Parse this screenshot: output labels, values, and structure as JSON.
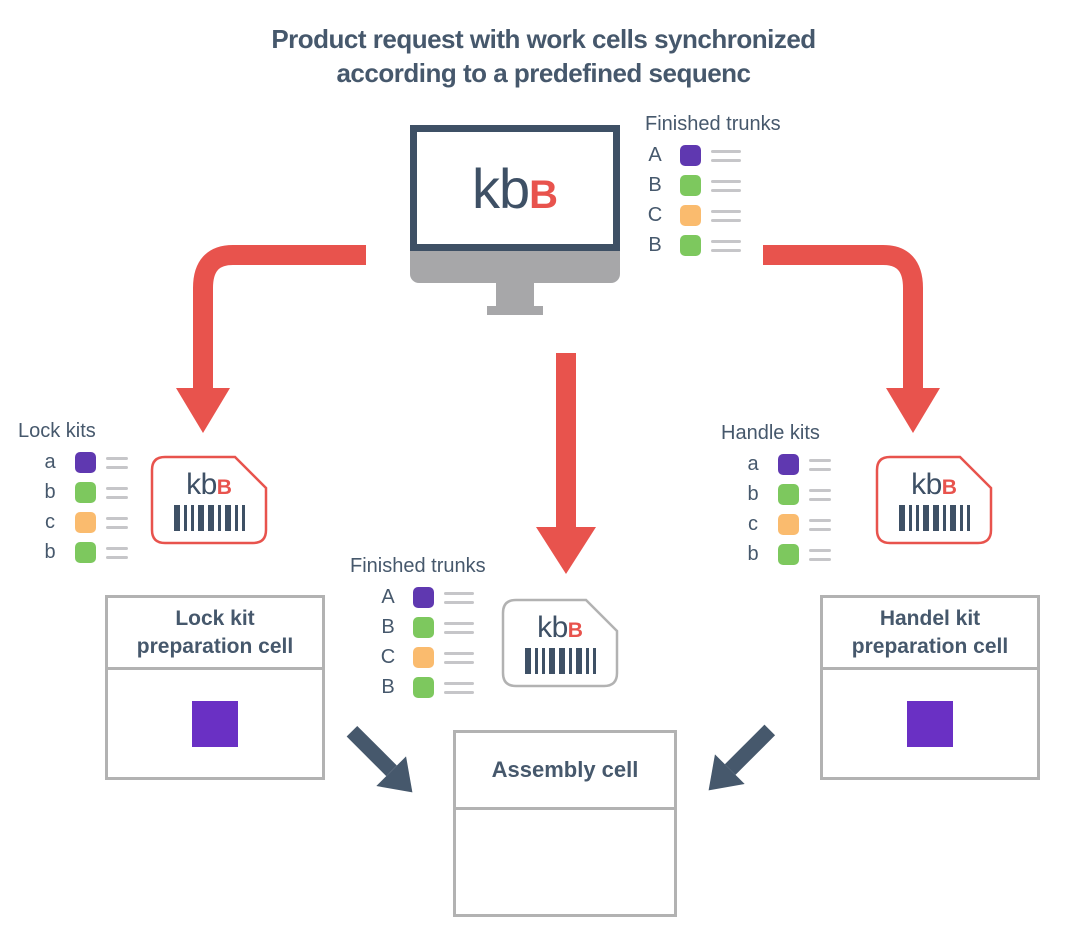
{
  "title": {
    "line1": "Product request with work cells synchronized",
    "line2": "according to a predefined sequenc"
  },
  "monitor": {
    "logo_kb": "kb",
    "logo_b": "B"
  },
  "card_logo": {
    "kb": "kb",
    "b": "B"
  },
  "barcode_pattern": [
    6,
    3,
    3,
    6,
    6,
    3,
    6,
    3,
    3
  ],
  "lists": {
    "top": {
      "heading": "Finished trunks",
      "items": [
        {
          "label": "A",
          "color": "#5f38b0"
        },
        {
          "label": "B",
          "color": "#7dc85e"
        },
        {
          "label": "C",
          "color": "#fabb6e"
        },
        {
          "label": "B",
          "color": "#7dc85e"
        }
      ]
    },
    "left": {
      "heading": "Lock kits",
      "items": [
        {
          "label": "a",
          "color": "#5f38b0"
        },
        {
          "label": "b",
          "color": "#7dc85e"
        },
        {
          "label": "c",
          "color": "#fabb6e"
        },
        {
          "label": "b",
          "color": "#7dc85e"
        }
      ]
    },
    "center": {
      "heading": "Finished trunks",
      "items": [
        {
          "label": "A",
          "color": "#5f38b0"
        },
        {
          "label": "B",
          "color": "#7dc85e"
        },
        {
          "label": "C",
          "color": "#fabb6e"
        },
        {
          "label": "B",
          "color": "#7dc85e"
        }
      ]
    },
    "right": {
      "heading": "Handle kits",
      "items": [
        {
          "label": "a",
          "color": "#5f38b0"
        },
        {
          "label": "b",
          "color": "#7dc85e"
        },
        {
          "label": "c",
          "color": "#fabb6e"
        },
        {
          "label": "b",
          "color": "#7dc85e"
        }
      ]
    }
  },
  "cells": {
    "lock": {
      "title": "Lock kit preparation cell"
    },
    "handel": {
      "title": "Handel kit preparation cell"
    },
    "assembly": {
      "title": "Assembly cell"
    }
  },
  "colors": {
    "accent_red": "#e8534d",
    "slate": "#46586c",
    "purple_item": "#5f38b0",
    "green_item": "#7dc85e",
    "orange_item": "#fabb6e",
    "purple_square": "#6a30c4"
  }
}
